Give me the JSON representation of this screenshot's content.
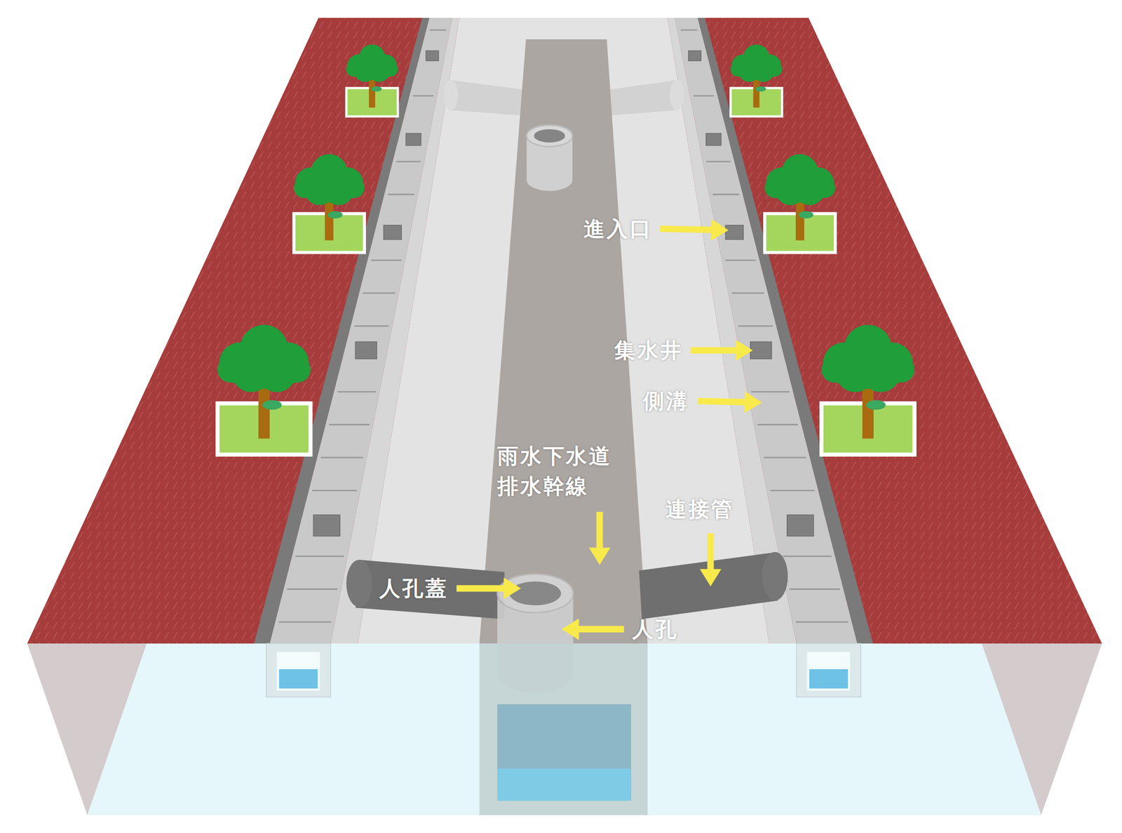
{
  "diagram": {
    "labels": [
      "進入口",
      "集水井",
      "側溝",
      "雨水下水道 排水幹線",
      "連接管",
      "人孔蓋",
      "人孔"
    ]
  }
}
